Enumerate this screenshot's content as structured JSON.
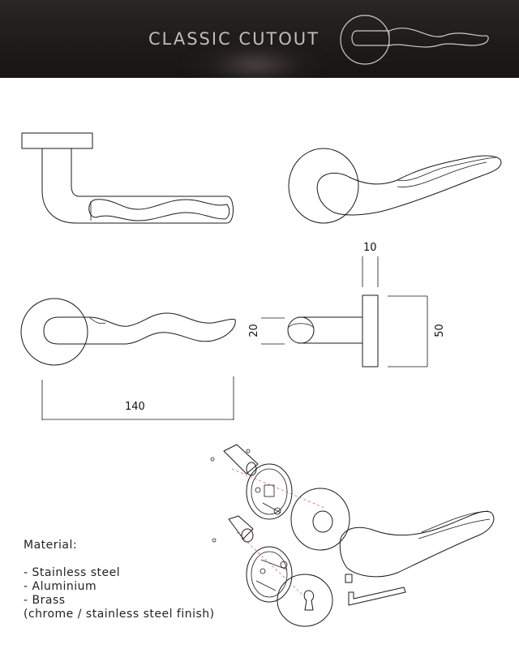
{
  "header": {
    "title": "CLASSIC CUTOUT",
    "background": "#1d1a19",
    "title_color": "#bfbcba"
  },
  "dimensions": {
    "length": "140",
    "rose_thickness": "10",
    "handle_diameter": "20",
    "rose_diameter": "50"
  },
  "material": {
    "heading": "Material:",
    "items": [
      "- Stainless steel",
      "- Aluminium",
      "- Brass",
      "(chrome / stainless steel finish)"
    ]
  }
}
